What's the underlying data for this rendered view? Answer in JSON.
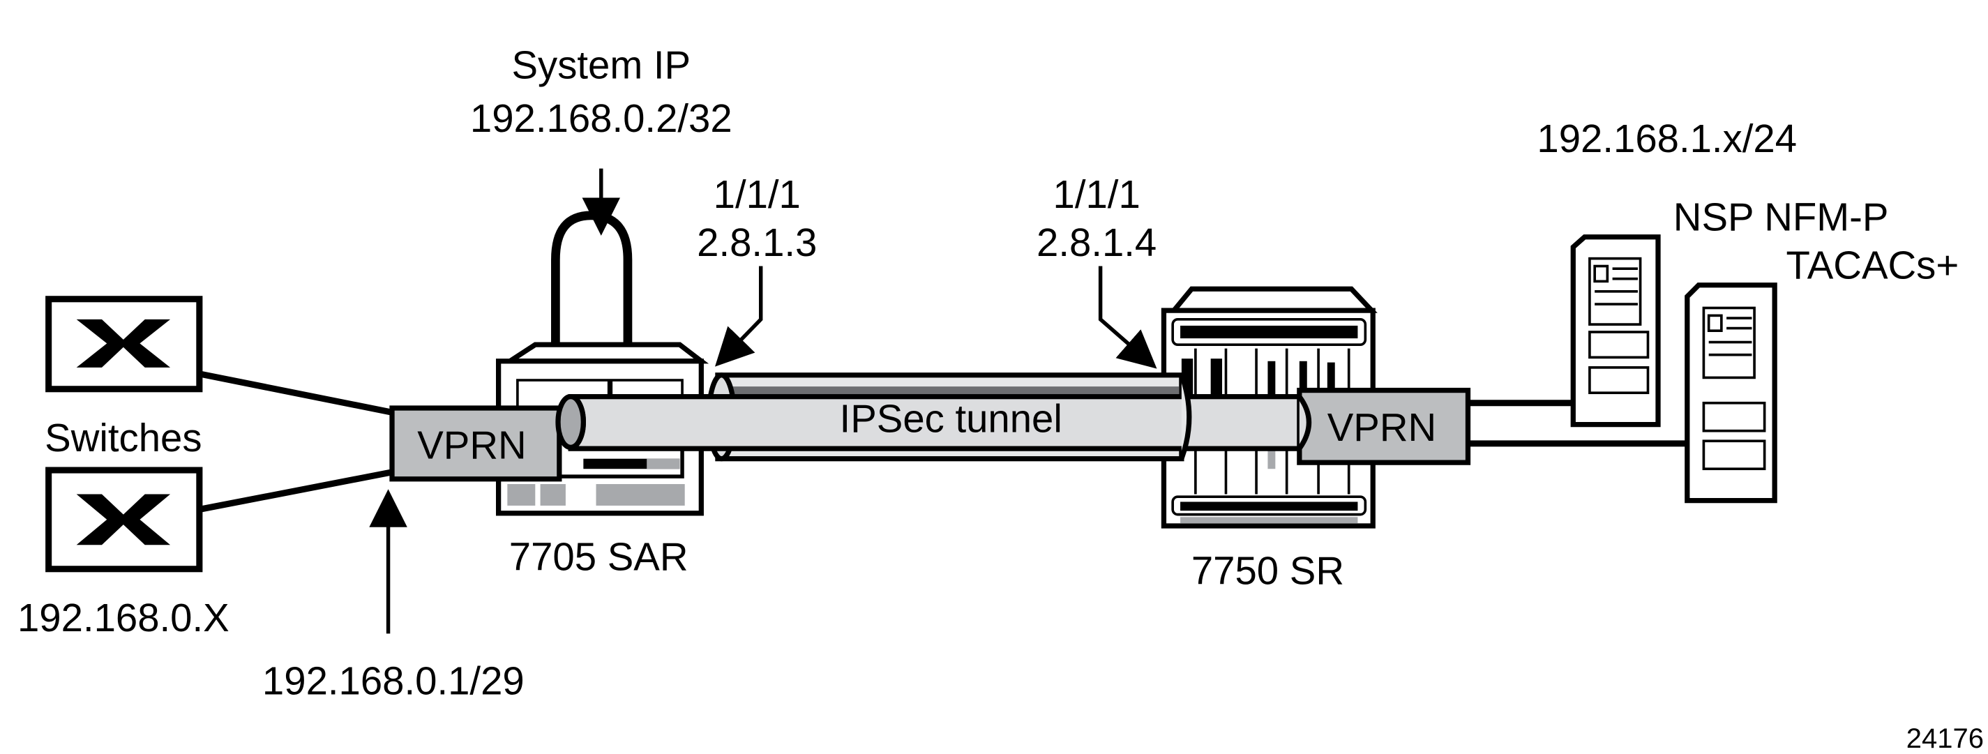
{
  "labels": {
    "system_ip_title": "System IP",
    "system_ip_addr": "192.168.0.2/32",
    "sar_port": "1/1/1",
    "sar_port_ip": "2.8.1.3",
    "sr_port": "1/1/1",
    "sr_port_ip": "2.8.1.4",
    "subnet_right": "192.168.1.x/24",
    "nsp": "NSP NFM-P",
    "tacacs": "TACACs+",
    "switches": "Switches",
    "switch_subnet": "192.168.0.X",
    "vprn_left": "VPRN",
    "vprn_right": "VPRN",
    "tunnel": "IPSec tunnel",
    "sar": "7705 SAR",
    "sr": "7750 SR",
    "vprn_if": "192.168.0.1/29",
    "figure_id": "24176"
  },
  "colors": {
    "line": "#000000",
    "vprn_fill": "#bcbec0",
    "pipe_fill": "#dcdddf",
    "tunnel_fill": "#e6e7e8",
    "detail_gray": "#a7a9ac"
  }
}
